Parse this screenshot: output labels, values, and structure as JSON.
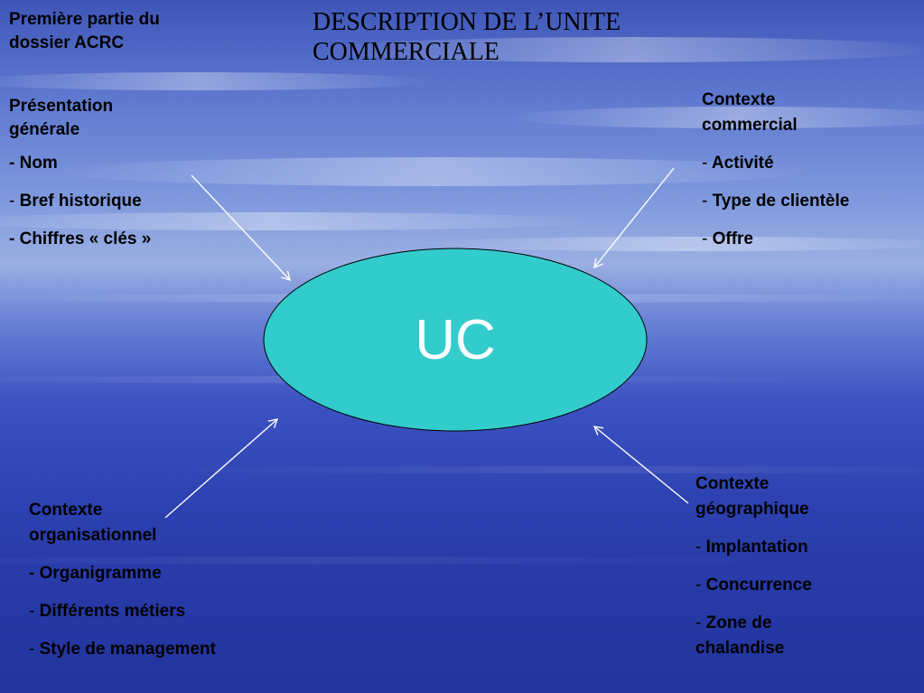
{
  "header": {
    "part_line1": "Première partie du",
    "part_line2": "dossier ACRC",
    "title_line1": "DESCRIPTION DE L’UNITE",
    "title_line2": "COMMERCIALE"
  },
  "center": {
    "label": "UC",
    "fill_color": "#33cccc"
  },
  "blocks": {
    "presentation": {
      "heading_line1": "Présentation",
      "heading_line2": "générale",
      "items": [
        "Nom",
        "Bref historique",
        "Chiffres « clés »"
      ]
    },
    "commercial": {
      "heading_line1": "Contexte",
      "heading_line2": "commercial",
      "items": [
        "Activité",
        "Type de clientèle",
        "Offre"
      ]
    },
    "organisationnel": {
      "heading_line1": "Contexte",
      "heading_line2": "organisationnel",
      "items": [
        "Organigramme",
        "Différents métiers",
        "Style de management"
      ]
    },
    "geographique": {
      "heading_line1": "Contexte",
      "heading_line2": "géographique",
      "items": [
        "Implantation",
        "Concurrence",
        "Zone de",
        "chalandise"
      ]
    }
  },
  "dash": "-",
  "colors": {
    "arrow": "#ffffff",
    "background_top": "#3e55b7",
    "background_bottom": "#22339c"
  }
}
